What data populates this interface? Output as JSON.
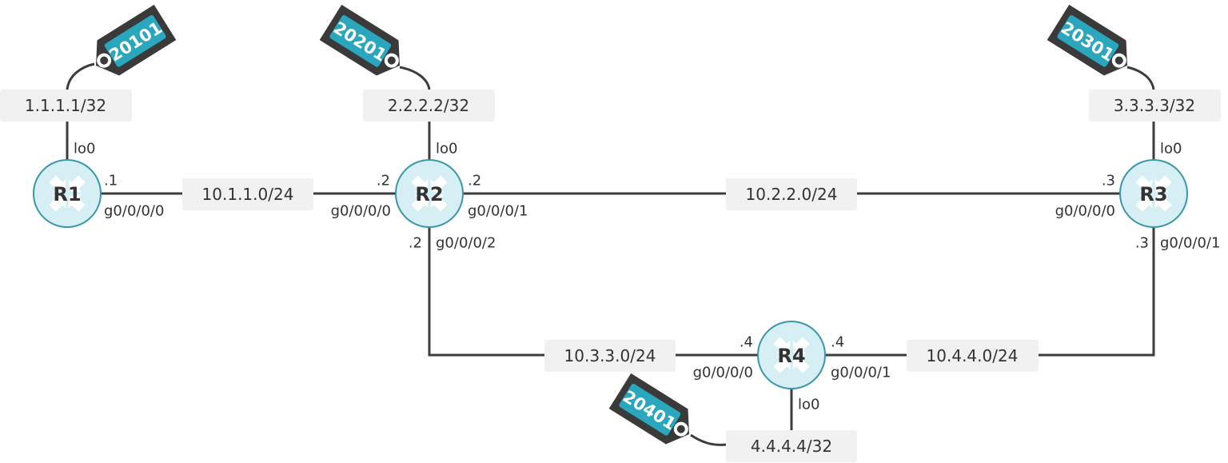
{
  "routers": {
    "r1": {
      "name": "R1"
    },
    "r2": {
      "name": "R2"
    },
    "r3": {
      "name": "R3"
    },
    "r4": {
      "name": "R4"
    }
  },
  "loopbacks": {
    "r1": "1.1.1.1/32",
    "r2": "2.2.2.2/32",
    "r3": "3.3.3.3/32",
    "r4": "4.4.4.4/32"
  },
  "sids": {
    "r1": "20101",
    "r2": "20201",
    "r3": "20301",
    "r4": "20401"
  },
  "networks": {
    "r1_r2": "10.1.1.0/24",
    "r2_r3": "10.2.2.0/24",
    "r2_r4": "10.3.3.0/24",
    "r4_r3": "10.4.4.0/24"
  },
  "interfaces": {
    "lo0": "lo0",
    "r1_g0": "g0/0/0/0",
    "r1_g0_ip": ".1",
    "r2_g0": "g0/0/0/0",
    "r2_g0_ip": ".2",
    "r2_g1": "g0/0/0/1",
    "r2_g1_ip": ".2",
    "r2_g2": "g0/0/0/2",
    "r2_g2_ip": ".2",
    "r3_g0": "g0/0/0/0",
    "r3_g0_ip": ".3",
    "r3_g1": "g0/0/0/1",
    "r3_g1_ip": ".3",
    "r4_g0": "g0/0/0/0",
    "r4_g0_ip": ".4",
    "r4_g1": "g0/0/0/1",
    "r4_g1_ip": ".4"
  },
  "colors": {
    "router_fill": "#d5eff5",
    "router_stroke": "#3a97a9",
    "tag_body": "#3a3a3a",
    "tag_label": "#2aa6bd",
    "link": "#3d3d3d",
    "label_box": "#f1f1f1"
  }
}
